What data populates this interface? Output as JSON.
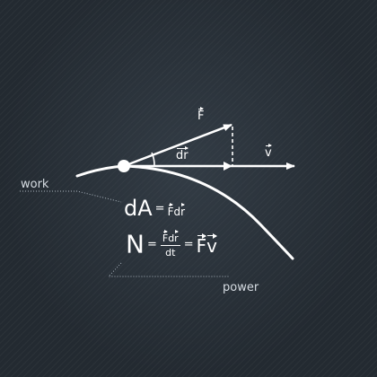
{
  "labels": {
    "force": "F",
    "displacement": "dr",
    "velocity": "v",
    "work": "work",
    "power": "power"
  },
  "formula_work": {
    "lhs": "dA",
    "eq": "=",
    "rhs_f": "F",
    "rhs_d": "d",
    "rhs_r": "r"
  },
  "formula_power": {
    "lhs": "N",
    "eq1": "=",
    "num_f": "F",
    "num_d": "d",
    "num_r": "r",
    "den": "dt",
    "eq2": "=",
    "rhs_f": "F",
    "rhs_v": "v"
  },
  "colors": {
    "background": "#232a31",
    "ink": "#ffffff",
    "guide": "#aab4bd"
  }
}
